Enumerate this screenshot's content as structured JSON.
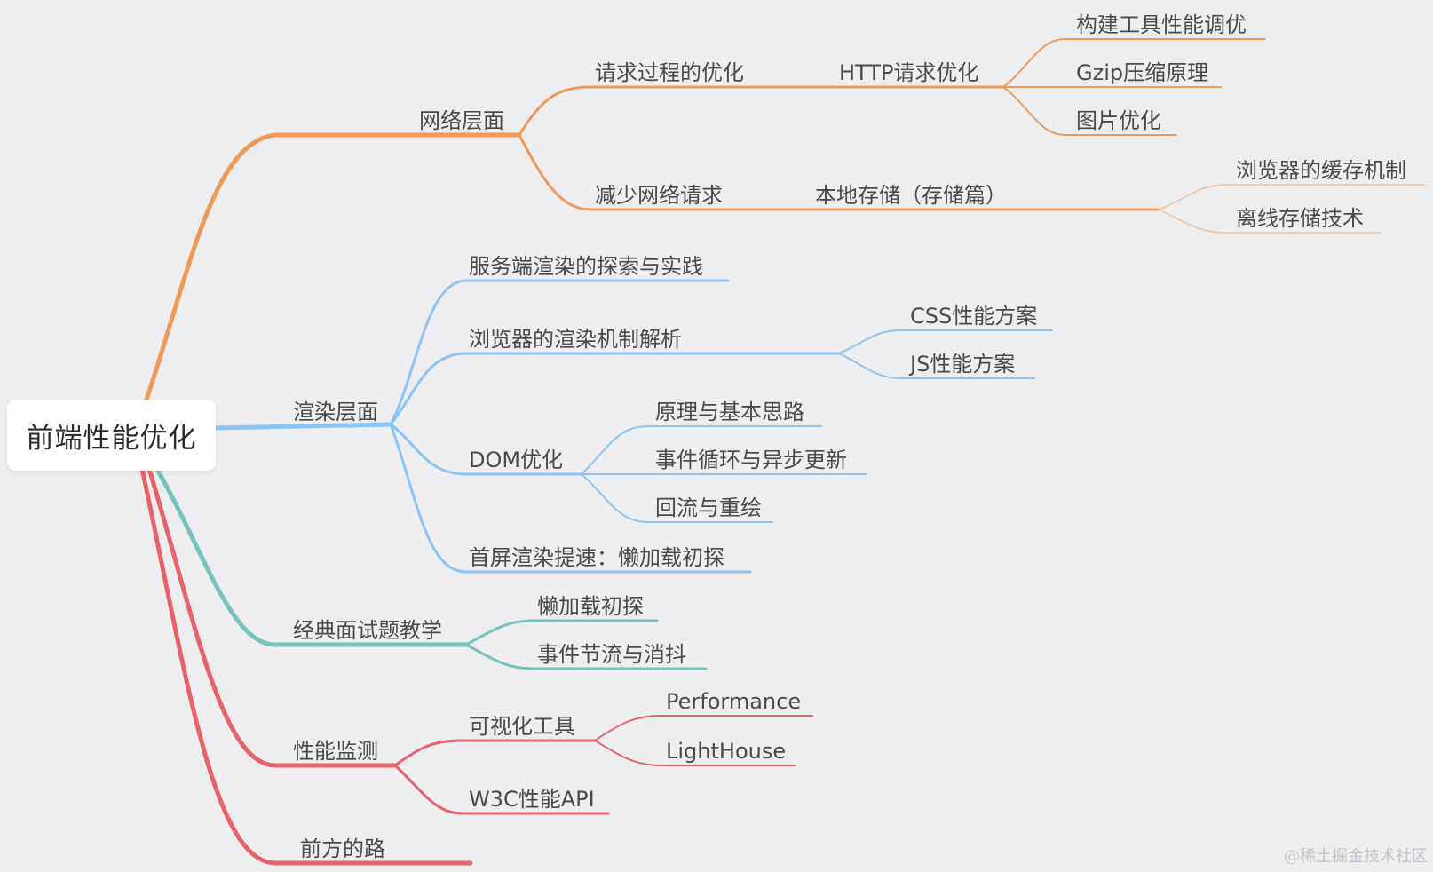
{
  "root": {
    "label": "前端性能优化"
  },
  "watermark": "@稀土掘金技术社区",
  "colors": {
    "network": "#ef9a59",
    "render": "#8cc4f3",
    "interview": "#75c3bd",
    "monitor": "#e8626a",
    "future": "#e8626a"
  },
  "branches": {
    "network": {
      "label": "网络层面",
      "request_process": {
        "label": "请求过程的优化",
        "http": {
          "label": "HTTP请求优化",
          "build_tools": "构建工具性能调优",
          "gzip": "Gzip压缩原理",
          "images": "图片优化"
        }
      },
      "reduce_requests": {
        "label": "减少网络请求",
        "local_storage": {
          "label": "本地存储（存储篇）",
          "browser_cache": "浏览器的缓存机制",
          "offline_storage": "离线存储技术"
        }
      }
    },
    "render": {
      "label": "渲染层面",
      "ssr": "服务端渲染的探索与实践",
      "browser_render": {
        "label": "浏览器的渲染机制解析",
        "css": "CSS性能方案",
        "js": "JS性能方案"
      },
      "dom": {
        "label": "DOM优化",
        "principles": "原理与基本思路",
        "event_loop": "事件循环与异步更新",
        "reflow": "回流与重绘"
      },
      "first_screen": "首屏渲染提速：懒加载初探"
    },
    "interview": {
      "label": "经典面试题教学",
      "lazy_load": "懒加载初探",
      "throttle": "事件节流与消抖"
    },
    "monitor": {
      "label": "性能监测",
      "visual_tools": {
        "label": "可视化工具",
        "performance": "Performance",
        "lighthouse": "LightHouse"
      },
      "w3c_api": "W3C性能API"
    },
    "future": {
      "label": "前方的路"
    }
  }
}
